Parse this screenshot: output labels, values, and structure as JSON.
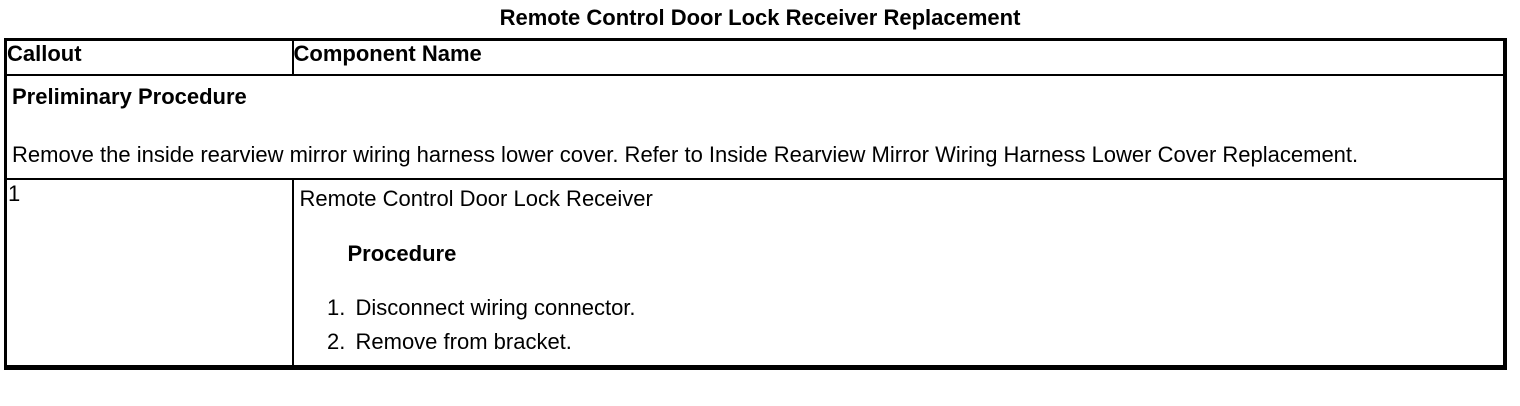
{
  "title": "Remote Control Door Lock Receiver Replacement",
  "table": {
    "columns": [
      "Callout",
      "Component Name"
    ],
    "preliminary": {
      "heading": "Preliminary Procedure",
      "body": "Remove the inside rearview mirror wiring harness lower cover. Refer to Inside Rearview Mirror Wiring Harness Lower Cover Replacement."
    },
    "rows": [
      {
        "callout": "1",
        "component": "Remote Control Door Lock Receiver",
        "procedure_label": "Procedure",
        "steps": [
          "Disconnect wiring connector.",
          "Remove from bracket."
        ]
      }
    ]
  }
}
